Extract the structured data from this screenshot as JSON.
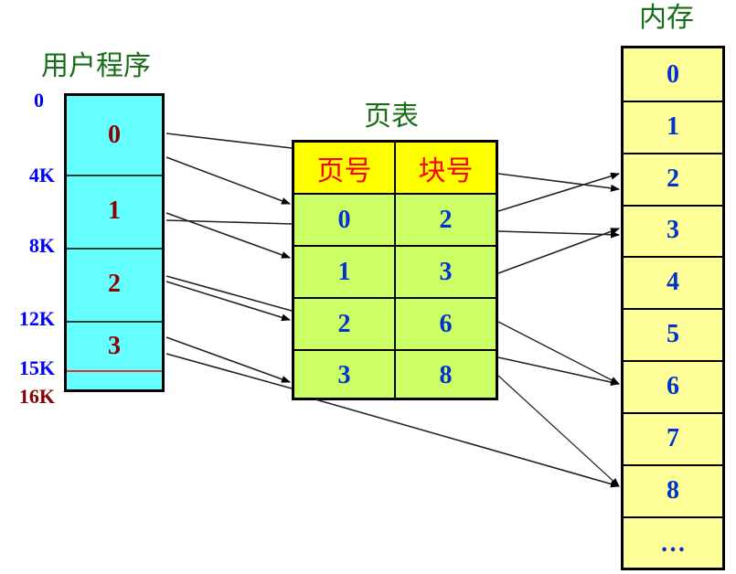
{
  "titles": {
    "program": "用户程序",
    "page_table": "页表",
    "memory": "内存"
  },
  "program": {
    "pages": [
      "0",
      "1",
      "2",
      "3"
    ],
    "addresses": [
      "0",
      "4K",
      "8K",
      "12K",
      "15K",
      "16K"
    ],
    "colors": {
      "fill": "#66ffff",
      "page_label": "#8b0000",
      "address": "#0000ff",
      "end_address": "#8b0000",
      "marker": "#e03030"
    }
  },
  "page_table": {
    "headers": [
      "页号",
      "块号"
    ],
    "rows": [
      {
        "page": "0",
        "block": "2"
      },
      {
        "page": "1",
        "block": "3"
      },
      {
        "page": "2",
        "block": "6"
      },
      {
        "page": "3",
        "block": "8"
      }
    ],
    "colors": {
      "header_fill": "#ffff00",
      "header_text": "#ff0000",
      "row_fill": "#ccff66",
      "row_text": "#0033cc"
    }
  },
  "memory": {
    "blocks": [
      "0",
      "1",
      "2",
      "3",
      "4",
      "5",
      "6",
      "7",
      "8",
      "…"
    ],
    "colors": {
      "fill": "#ffff99",
      "text": "#0033cc"
    }
  },
  "mappings": [
    {
      "program_page": "0",
      "table_row": "0",
      "memory_block": "2"
    },
    {
      "program_page": "1",
      "table_row": "1",
      "memory_block": "3"
    },
    {
      "program_page": "2",
      "table_row": "2",
      "memory_block": "6"
    },
    {
      "program_page": "3",
      "table_row": "3",
      "memory_block": "8"
    }
  ]
}
